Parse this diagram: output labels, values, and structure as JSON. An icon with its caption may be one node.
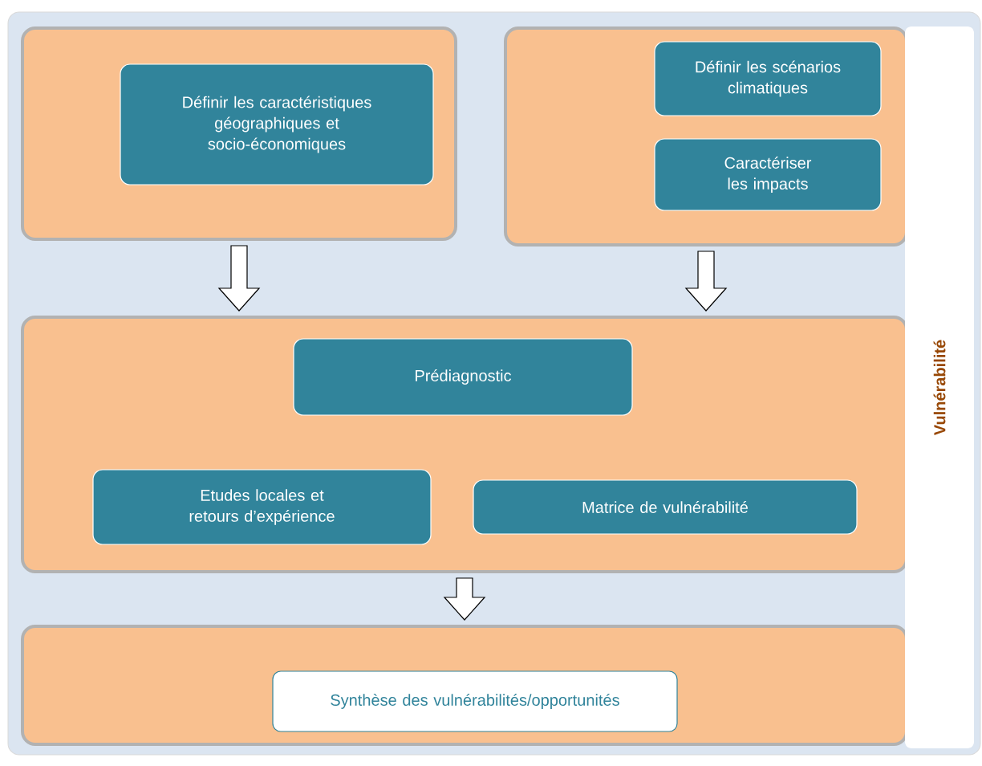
{
  "diagram": {
    "nodes": [
      {
        "text": [],
        "shape": "box"
      },
      {
        "text": [
          "Définir les caractéristiques géographiques et socio-économiques"
        ],
        "in": 0
      },
      {
        "text": [],
        "shape": "box"
      },
      {
        "text": [
          "Définir les scénarios climatiques"
        ],
        "in": 2
      },
      {
        "text": [
          "Caractériser les impacts"
        ],
        "in": 2
      },
      {
        "text": [],
        "shape": "box"
      },
      {
        "text": [
          "Prédiagnostic"
        ],
        "in": 5
      },
      {
        "text": [
          "Etudes locales et retours d’expérience"
        ],
        "in": 5
      },
      {
        "text": [
          "Matrice de vulnérabilité"
        ],
        "in": 5
      },
      {
        "text": [],
        "shape": "box"
      },
      {
        "text": [
          "Synthèse des vulnérabilités/opportunités"
        ],
        "in": 9
      },
      {
        "text": [
          "Vulnérabilité"
        ]
      }
    ],
    "edges": [
      {
        "from": 0,
        "to": 5,
        "arrow": "to"
      },
      {
        "from": 2,
        "to": 5,
        "arrow": "to"
      },
      {
        "from": 5,
        "to": 9,
        "arrow": "to"
      }
    ]
  }
}
